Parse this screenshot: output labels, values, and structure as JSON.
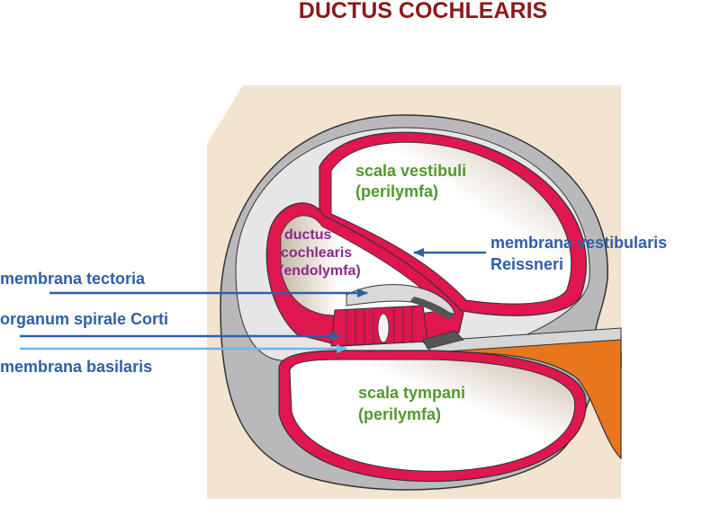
{
  "title": "DUCTUS COCHLEARIS",
  "labels": {
    "scala_vestibuli": "scala vestibuli",
    "scala_vestibuli_sub": "(perilymfa)",
    "ductus_line1": "ductus",
    "ductus_line2": "cochlearis",
    "ductus_line3": "(endolymfa)",
    "membrana_vestibularis": "membrana vestibularis",
    "reissneri": "Reissneri",
    "membrana_tectoria": "membrana tectoria",
    "organum_spirale": "organum spirale Corti",
    "membrana_basilaris": "membrana basilaris",
    "scala_tympani": "scala tympani",
    "scala_tympani_sub": "(perilymfa)"
  },
  "colors": {
    "title": "#8b1a1a",
    "label_blue": "#2f5fa8",
    "label_green": "#4f9a2f",
    "label_purple": "#8b2a8b",
    "bone": "#f3e4d0",
    "outer_wall": "#b9b9bb",
    "endolymph_wall": "#e0164f",
    "nerve": "#e8761c",
    "arrow_dark": "#2f5fa8",
    "arrow_light": "#6db8e8"
  }
}
